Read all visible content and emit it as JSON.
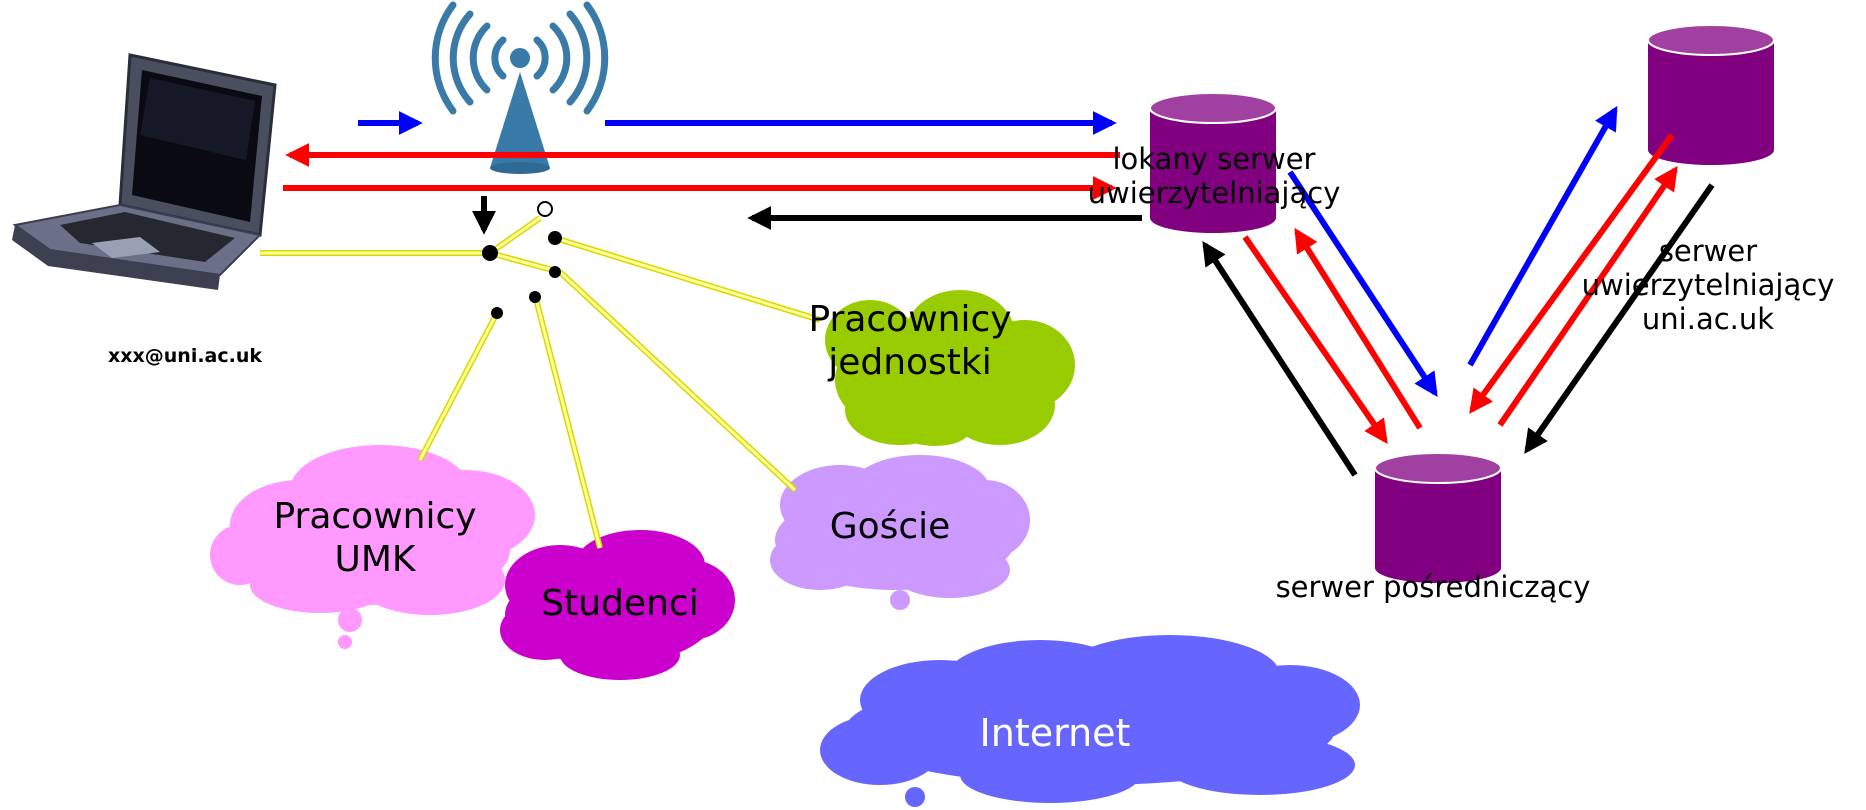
{
  "laptop": {
    "email": "xxx@uni.ac.uk"
  },
  "servers": {
    "local": {
      "line1": "lokany serwer",
      "line2": "uwierzytelniający"
    },
    "remote": {
      "line1": "serwer",
      "line2": "uwierzytelniający",
      "line3": "uni.ac.uk"
    },
    "proxy": {
      "label": "serwer pośredniczący"
    }
  },
  "clouds": {
    "staff_unit": {
      "line1": "Pracownicy",
      "line2": "jednostki",
      "color": "#99cc00"
    },
    "staff_umk": {
      "line1": "Pracownicy",
      "line2": "UMK",
      "color": "#ff99ff"
    },
    "students": {
      "label": "Studenci",
      "color": "#cc00cc"
    },
    "guests": {
      "label": "Goście",
      "color": "#cc99ff"
    },
    "internet": {
      "label": "Internet",
      "color": "#6666ff"
    }
  },
  "colors": {
    "request_arrow": "#0000ff",
    "response_arrow": "#ff0000",
    "control_arrow": "#000000",
    "switch_lines": "#ffff66",
    "server_fill": "#800080",
    "antenna": "#3a7aa8"
  }
}
